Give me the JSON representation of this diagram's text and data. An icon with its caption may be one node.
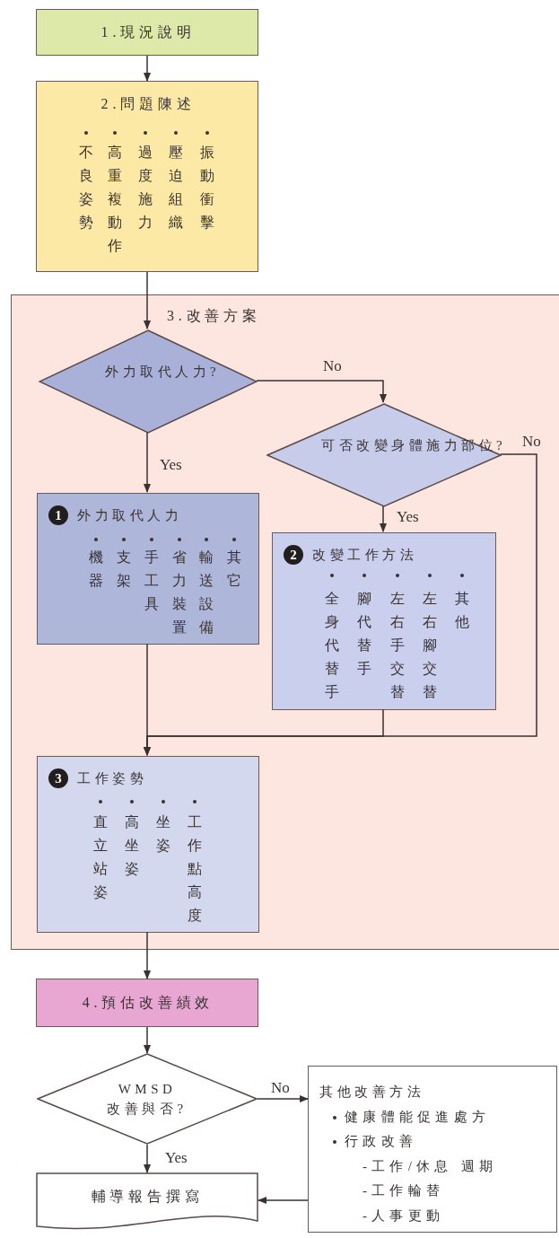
{
  "diagram": {
    "nodes": [
      {
        "text": [
          "1.現況說明"
        ]
      },
      {
        "text": [
          "2.問題陳述",
          "不良姿勢",
          "高重複動作",
          "過度施力",
          "壓迫組織",
          "振動衝擊"
        ]
      },
      {
        "text": [
          "3.改善方案"
        ]
      },
      {
        "text": [
          "外力取代人力?"
        ],
        "in": 2
      },
      {
        "text": [
          "可否改變身體施力部位?"
        ],
        "in": 2
      },
      {
        "text": [
          "1",
          "外力取代人力",
          "機器",
          "支架",
          "手工具",
          "省力裝置",
          "輸送設備",
          "其它"
        ],
        "in": 2
      },
      {
        "text": [
          "2",
          "改變工作方法",
          "全身代替手",
          "腳代替手",
          "左右手交替",
          "左右腳交替",
          "其他"
        ],
        "in": 2
      },
      {
        "text": [
          "3",
          "工作姿勢",
          "直立站姿",
          "高坐姿",
          "坐姿",
          "工作點高度"
        ],
        "in": 2
      },
      {
        "text": [
          "4.預估改善績效"
        ]
      },
      {
        "text": [
          "WMSD 改善與否?"
        ]
      },
      {
        "text": [
          "輔導報告撰寫"
        ]
      },
      {
        "text": [
          "其他改善方法",
          "健康體能促進處方",
          "行政改善",
          "-工作/休息 週期",
          "-工作輪替",
          "-人事更動"
        ]
      }
    ],
    "edges": [
      {
        "from": 0,
        "to": 1,
        "arrow": "to"
      },
      {
        "from": 1,
        "to": 3,
        "arrow": "to"
      },
      {
        "from": 3,
        "to": 4,
        "arrow": "to",
        "label": "No"
      },
      {
        "from": 3,
        "to": 5,
        "arrow": "to",
        "label": "Yes"
      },
      {
        "from": 4,
        "to": 6,
        "arrow": "to",
        "label": "Yes"
      },
      {
        "from": 4,
        "to": 7,
        "arrow": "to",
        "label": "No"
      },
      {
        "from": 5,
        "to": 7,
        "arrow": "to"
      },
      {
        "from": 6,
        "to": 7,
        "arrow": "to"
      },
      {
        "from": 7,
        "to": 8,
        "arrow": "to"
      },
      {
        "from": 8,
        "to": 9,
        "arrow": "to"
      },
      {
        "from": 9,
        "to": 10,
        "arrow": "to",
        "label": "Yes"
      },
      {
        "from": 9,
        "to": 11,
        "arrow": "to",
        "label": "No"
      },
      {
        "from": 11,
        "to": 10,
        "arrow": "to"
      }
    ]
  }
}
